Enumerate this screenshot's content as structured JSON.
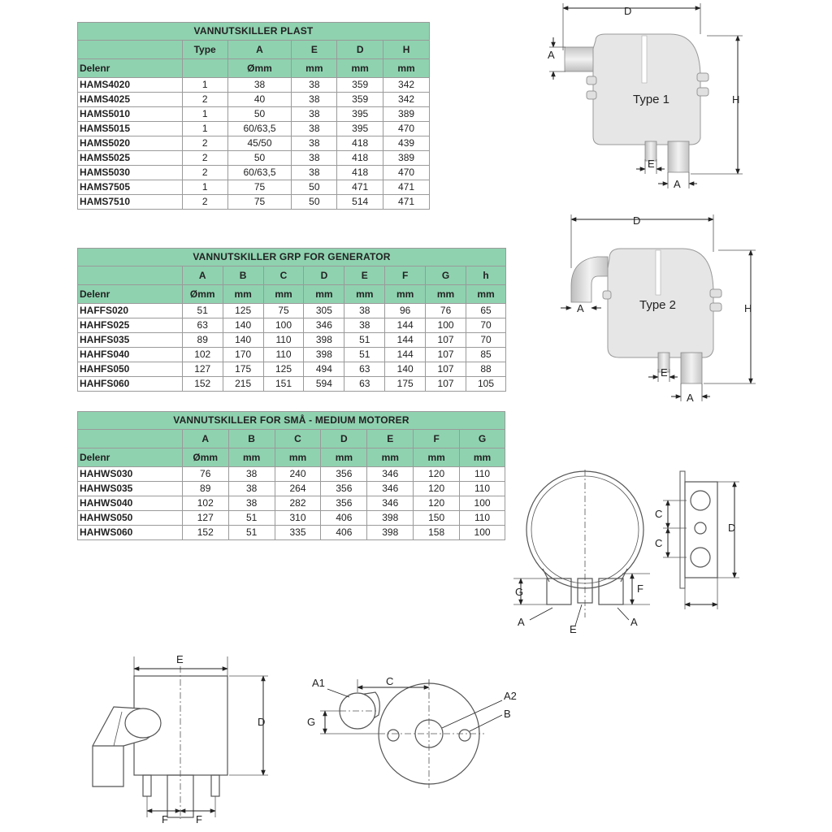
{
  "tables": [
    {
      "title": "VANNUTSKILLER PLAST",
      "headers_top": [
        "",
        "Type",
        "A",
        "E",
        "D",
        "H"
      ],
      "headers_bottom": [
        "Delenr",
        "",
        "Ømm",
        "mm",
        "mm",
        "mm"
      ],
      "rows": [
        [
          "HAMS4020",
          "1",
          "38",
          "38",
          "359",
          "342"
        ],
        [
          "HAMS4025",
          "2",
          "40",
          "38",
          "359",
          "342"
        ],
        [
          "HAMS5010",
          "1",
          "50",
          "38",
          "395",
          "389"
        ],
        [
          "HAMS5015",
          "1",
          "60/63,5",
          "38",
          "395",
          "470"
        ],
        [
          "HAMS5020",
          "2",
          "45/50",
          "38",
          "418",
          "439"
        ],
        [
          "HAMS5025",
          "2",
          "50",
          "38",
          "418",
          "389"
        ],
        [
          "HAMS5030",
          "2",
          "60/63,5",
          "38",
          "418",
          "470"
        ],
        [
          "HAMS7505",
          "1",
          "75",
          "50",
          "471",
          "471"
        ],
        [
          "HAMS7510",
          "2",
          "75",
          "50",
          "514",
          "471"
        ]
      ]
    },
    {
      "title": "VANNUTSKILLER GRP FOR GENERATOR",
      "headers_top": [
        "",
        "A",
        "B",
        "C",
        "D",
        "E",
        "F",
        "G",
        "h"
      ],
      "headers_bottom": [
        "Delenr",
        "Ømm",
        "mm",
        "mm",
        "mm",
        "mm",
        "mm",
        "mm",
        "mm"
      ],
      "rows": [
        [
          "HAFFS020",
          "51",
          "125",
          "75",
          "305",
          "38",
          "96",
          "76",
          "65"
        ],
        [
          "HAHFS025",
          "63",
          "140",
          "100",
          "346",
          "38",
          "144",
          "100",
          "70"
        ],
        [
          "HAHFS035",
          "89",
          "140",
          "110",
          "398",
          "51",
          "144",
          "107",
          "70"
        ],
        [
          "HAHFS040",
          "102",
          "170",
          "110",
          "398",
          "51",
          "144",
          "107",
          "85"
        ],
        [
          "HAHFS050",
          "127",
          "175",
          "125",
          "494",
          "63",
          "140",
          "107",
          "88"
        ],
        [
          "HAHFS060",
          "152",
          "215",
          "151",
          "594",
          "63",
          "175",
          "107",
          "105"
        ]
      ]
    },
    {
      "title": "VANNUTSKILLER FOR SMÅ - MEDIUM MOTORER",
      "headers_top": [
        "",
        "A",
        "B",
        "C",
        "D",
        "E",
        "F",
        "G"
      ],
      "headers_bottom": [
        "Delenr",
        "Ømm",
        "mm",
        "mm",
        "mm",
        "mm",
        "mm",
        "mm"
      ],
      "rows": [
        [
          "HAHWS030",
          "76",
          "38",
          "240",
          "356",
          "346",
          "120",
          "110"
        ],
        [
          "HAHWS035",
          "89",
          "38",
          "264",
          "356",
          "346",
          "120",
          "110"
        ],
        [
          "HAHWS040",
          "102",
          "38",
          "282",
          "356",
          "346",
          "120",
          "100"
        ],
        [
          "HAHWS050",
          "127",
          "51",
          "310",
          "406",
          "398",
          "150",
          "110"
        ],
        [
          "HAHWS060",
          "152",
          "51",
          "335",
          "406",
          "398",
          "158",
          "100"
        ]
      ]
    }
  ],
  "drawings": {
    "type1": {
      "label": "Type 1",
      "dims": {
        "d": "D",
        "a_inlet": "A",
        "h": "H",
        "e": "E",
        "a_outlet": "A"
      }
    },
    "type2": {
      "label": "Type 2",
      "dims": {
        "d": "D",
        "a_inlet": "A",
        "h": "H",
        "e": "E",
        "a_outlet": "A"
      }
    },
    "round_view": {
      "dims": {
        "g": "G",
        "f": "F",
        "a_left": "A",
        "e": "E",
        "a_right": "A",
        "c_top": "C",
        "c_bottom": "C",
        "d": "D"
      }
    },
    "side_view": {
      "dims": {
        "e": "E",
        "d": "D",
        "f_left": "F",
        "f_right": "F"
      }
    },
    "top_view": {
      "dims": {
        "a1": "A1",
        "c": "C",
        "a2": "A2",
        "g": "G",
        "b": "B"
      }
    }
  },
  "colors": {
    "table_header": "#8fd2b0",
    "grid": "#9a9a9a",
    "shape_fill": "#e6e6e6",
    "line": "#555555"
  }
}
